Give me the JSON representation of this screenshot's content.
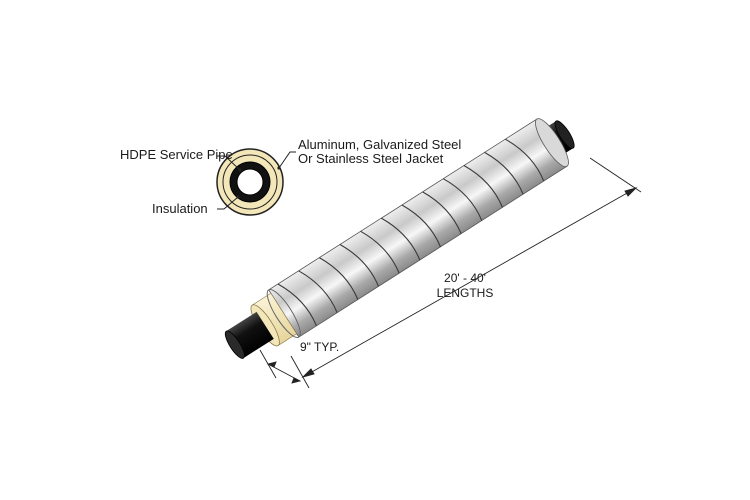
{
  "callouts": {
    "service_pipe": "HDPE Service Pipe",
    "jacket_line1": "Aluminum, Galvanized Steel",
    "jacket_line2": "Or Stainless Steel Jacket",
    "insulation": "Insulation"
  },
  "dimensions": {
    "length_line1": "20' - 40'",
    "length_line2": "LENGTHS",
    "typical": "9\" TYP."
  },
  "colors": {
    "service_pipe": "#111111",
    "insulation": "#f3e6b8",
    "jacket": "#cfcfcf",
    "outline": "#222222"
  }
}
